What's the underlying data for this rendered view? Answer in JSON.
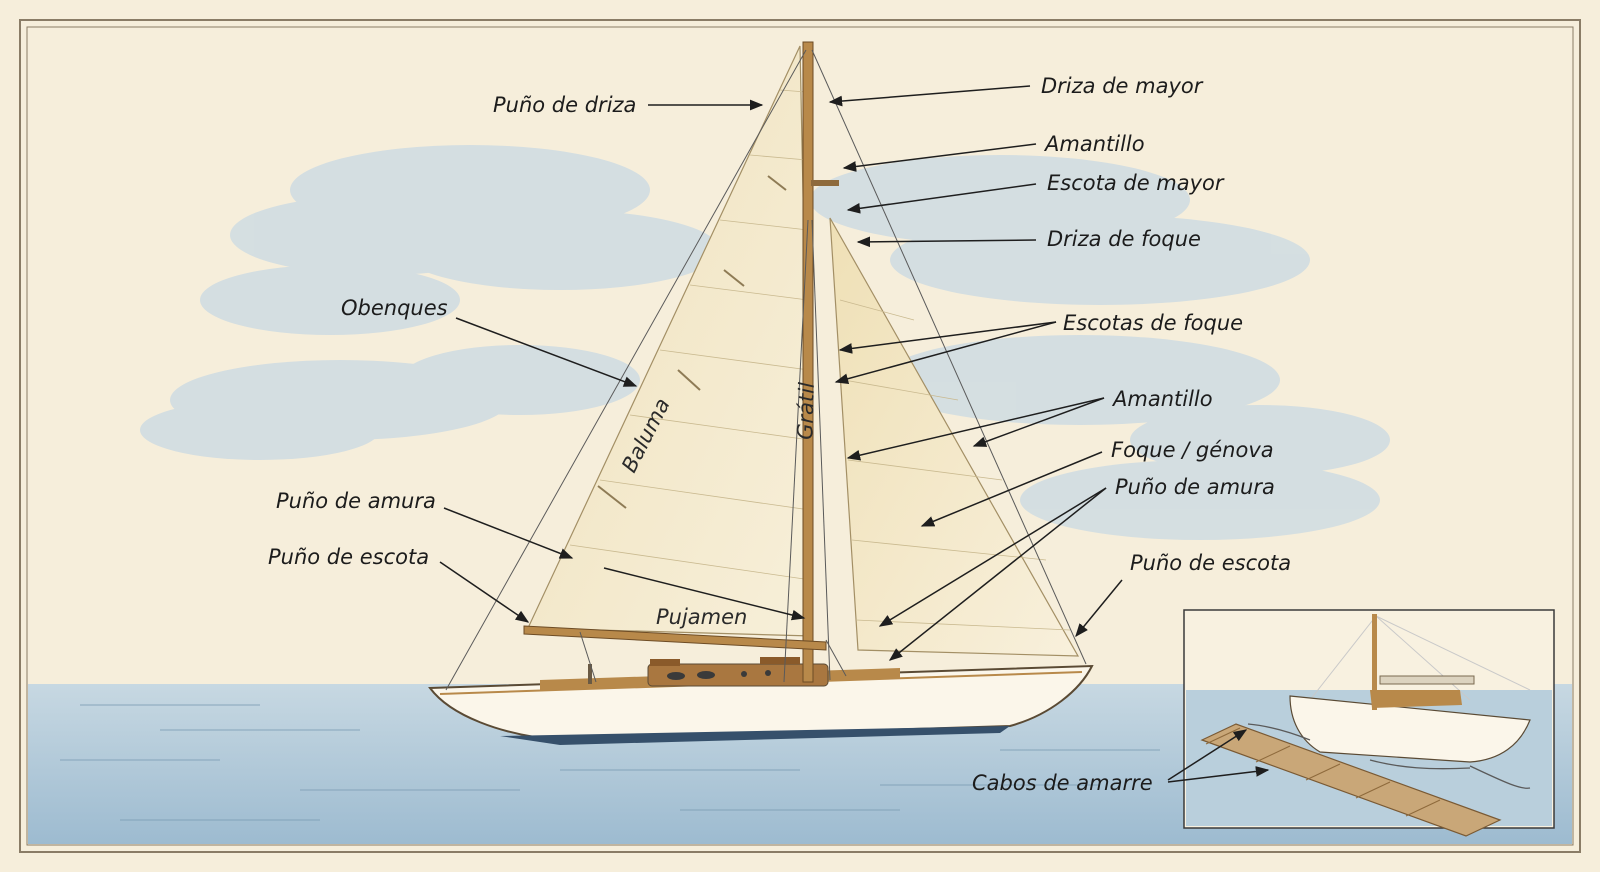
{
  "labels": {
    "puno_de_driza": "Puño de driza",
    "driza_de_mayor": "Driza de mayor",
    "amantillo_top": "Amantillo",
    "escota_de_mayor": "Escota de mayor",
    "driza_de_foque": "Driza de foque",
    "obenques": "Obenques",
    "escotas_de_foque": "Escotas de foque",
    "amantillo_mid": "Amantillo",
    "foque_genova": "Foque / génova",
    "puno_de_amura_right": "Puño de amura",
    "puno_de_amura_left": "Puño de amura",
    "puno_de_escota_left": "Puño de escota",
    "puno_de_escota_right": "Puño de escota",
    "cabos_de_amarre": "Cabos de amarre"
  },
  "sail_labels": {
    "baluma": "Baluma",
    "gratil": "Grátil",
    "pujamen": "Pujamen"
  },
  "colors": {
    "paper": "#f6eedb",
    "sea": "#a9c4d6",
    "sail": "#f2e6c4",
    "hull": "#fbf6ea",
    "wood": "#b8894a",
    "ink": "#1e1e1e"
  }
}
